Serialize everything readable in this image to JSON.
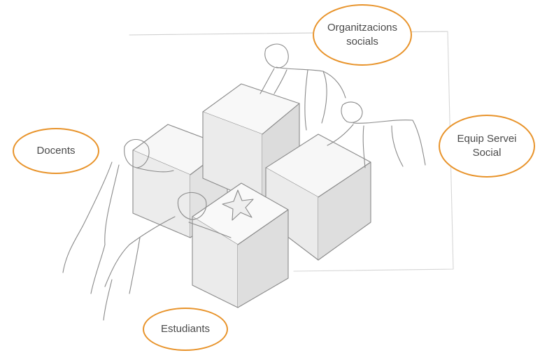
{
  "labels": {
    "organitzacions": "Organitzacions\nsocials",
    "docents": "Docents",
    "equip": "Equip Servei\nSocial",
    "estudiants": "Estudiants"
  },
  "colors": {
    "ellipse_stroke": "#e8932a",
    "pencil": "#8a8a8a",
    "text": "#4a4a4a"
  }
}
